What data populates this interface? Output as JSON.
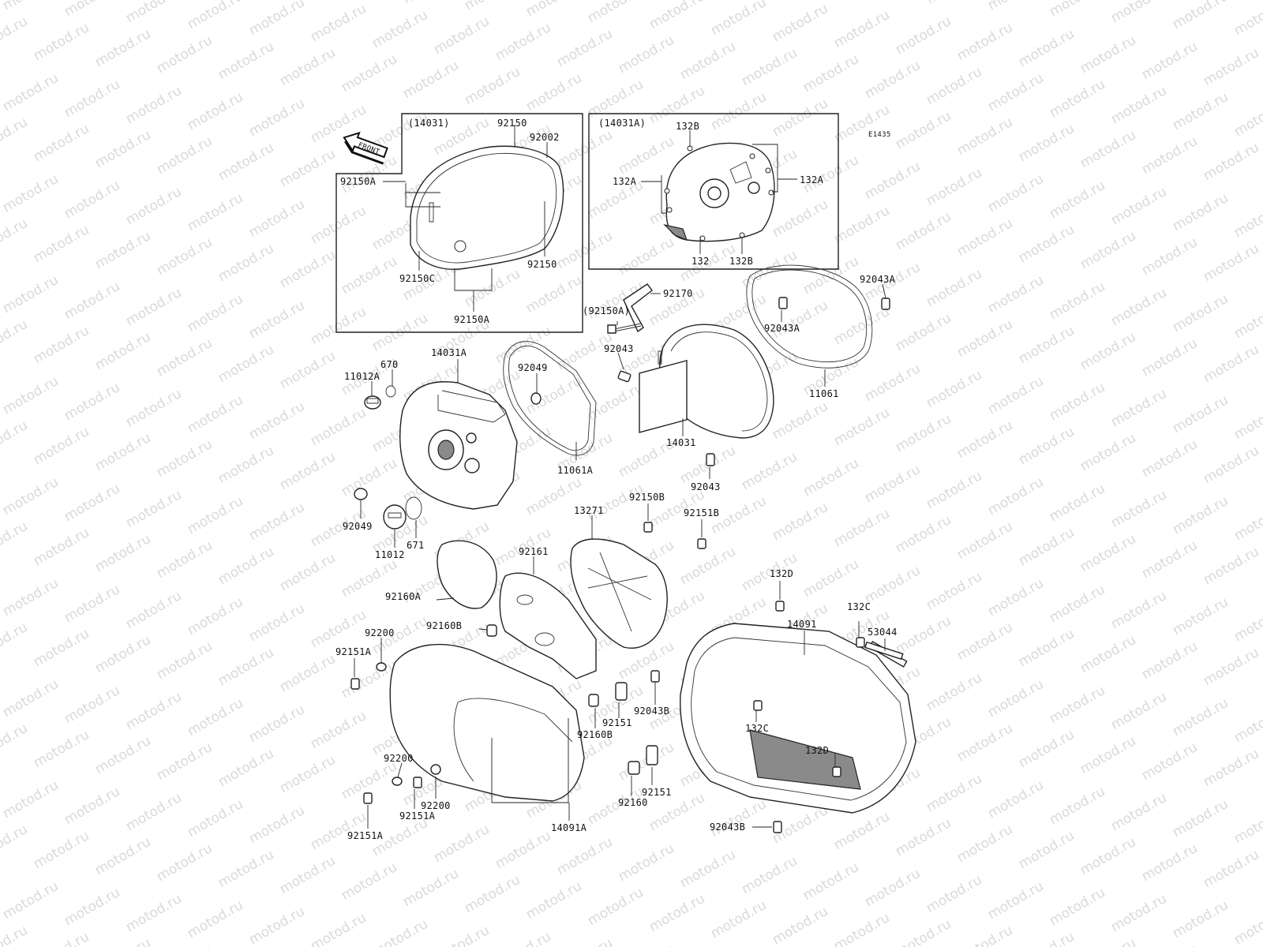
{
  "diagram_id": "E1435",
  "front_label": "FRONT",
  "watermark": "motod.ru",
  "inset_left": {
    "title": "(14031)"
  },
  "inset_right": {
    "title": "(14031A)"
  },
  "labels": {
    "p92150_top": "92150",
    "p92002": "92002",
    "p92150A_left": "92150A",
    "p92150_right": "92150",
    "p92150C": "92150C",
    "p92150A_bottom": "92150A",
    "p132B_top": "132B",
    "p132A_right": "132A",
    "p132A_left": "132A",
    "p132": "132",
    "p132B_bottom": "132B",
    "p92170": "92170",
    "p92043A_right": "92043A",
    "p92150A_paren": "(92150A)",
    "p92043A_mid": "92043A",
    "p92043_top": "92043",
    "p14031A": "14031A",
    "p670": "670",
    "p11012A": "11012A",
    "p92049_gasket": "92049",
    "p11061": "11061",
    "p11061A": "11061A",
    "p14031": "14031",
    "p92043_bottom": "92043",
    "p92049_left": "92049",
    "p671": "671",
    "p11012": "11012",
    "p13271": "13271",
    "p92150B": "92150B",
    "p92151B": "92151B",
    "p92161": "92161",
    "p92160A": "92160A",
    "p92160B_top": "92160B",
    "p132D_top": "132D",
    "p14091": "14091",
    "p132C_top": "132C",
    "p53044": "53044",
    "p92200_top": "92200",
    "p92151A_top": "92151A",
    "p92043B_mid": "92043B",
    "p92151_mid": "92151",
    "p92160B_mid": "92160B",
    "p132C_mid": "132C",
    "p132D_bottom": "132D",
    "p92200_mid": "92200",
    "p92200_bottom": "92200",
    "p92151A_bottom": "92151A",
    "p92151A_lower": "92151A",
    "p92160": "92160",
    "p92151_bottom": "92151",
    "p14091A": "14091A",
    "p92043B_bottom": "92043B"
  }
}
